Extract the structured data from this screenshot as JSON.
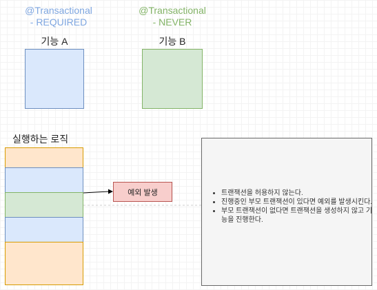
{
  "func_a": {
    "annotation_line1": "@Transactional",
    "annotation_line2": "- REQUIRED",
    "name": "기능 A"
  },
  "func_b": {
    "annotation_line1": "@Transactional",
    "annotation_line2": "- NEVER",
    "name": "기능 B"
  },
  "logic": {
    "title": "실행하는 로직"
  },
  "exception": {
    "label": "예외 발생"
  },
  "notes": [
    "트랜잭션을 허용하지 않는다.",
    "진행중인 부모 트랜잭션이 있다면 예외를 발생시킨다.",
    "부모 트랜잭션이 없다면 트랜잭션을 생성하지 않고 기능을 진행한다."
  ],
  "colors": {
    "blue_fill": "#dae8fc",
    "green_fill": "#d5e8d4",
    "orange_fill": "#ffe6cc",
    "red_fill": "#f8cecc",
    "note_fill": "#f5f5f5",
    "annotation_blue": "#7ea6e0",
    "annotation_green": "#82b366"
  }
}
